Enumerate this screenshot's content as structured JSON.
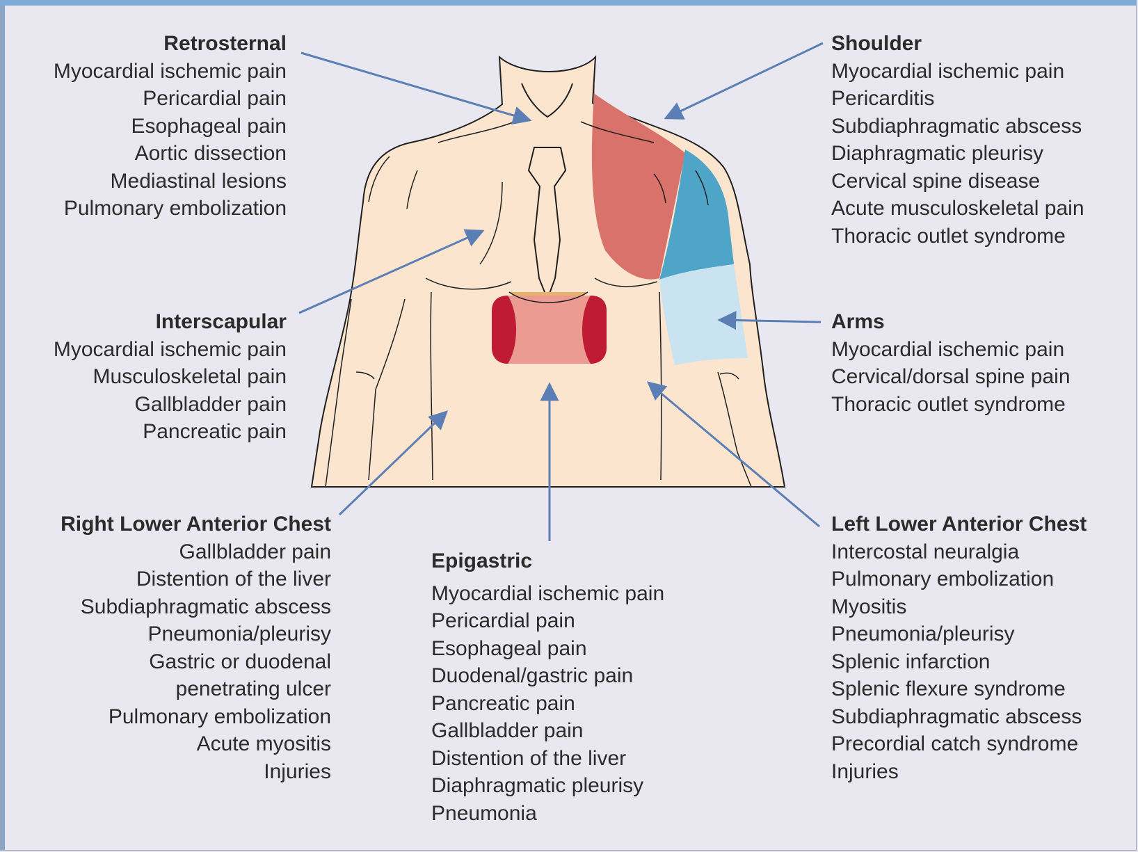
{
  "colors": {
    "skin": "#fbe5cf",
    "outline": "#1f1f1f",
    "shoulder_red": "#d8726a",
    "shoulder_blue": "#4ea5c8",
    "arm_light_blue": "#c9e3f0",
    "epigastric_pink": "#ec9b92",
    "epigastric_dark": "#c01b35",
    "epigastric_tan": "#e6b36e",
    "arrow": "#5b7fb5",
    "background": "#e9e8f0"
  },
  "groups": {
    "retrosternal": {
      "title": "Retrosternal",
      "items": [
        "Myocardial ischemic pain",
        "Pericardial pain",
        "Esophageal pain",
        "Aortic dissection",
        "Mediastinal lesions",
        "Pulmonary embolization"
      ]
    },
    "interscapular": {
      "title": "Interscapular",
      "items": [
        "Myocardial ischemic pain",
        "Musculoskeletal pain",
        "Gallbladder pain",
        "Pancreatic pain"
      ]
    },
    "right_lower": {
      "title": "Right Lower Anterior Chest",
      "items": [
        "Gallbladder pain",
        "Distention of the liver",
        "Subdiaphragmatic abscess",
        "Pneumonia/pleurisy",
        "Gastric or duodenal",
        "penetrating ulcer",
        "Pulmonary embolization",
        "Acute myositis",
        "Injuries"
      ]
    },
    "epigastric": {
      "title": "Epigastric",
      "items": [
        "Myocardial ischemic pain",
        "Pericardial pain",
        "Esophageal pain",
        "Duodenal/gastric pain",
        "Pancreatic pain",
        "Gallbladder pain",
        "Distention of the liver",
        "Diaphragmatic pleurisy",
        "Pneumonia"
      ]
    },
    "shoulder": {
      "title": "Shoulder",
      "items": [
        "Myocardial ischemic pain",
        "Pericarditis",
        "Subdiaphragmatic abscess",
        "Diaphragmatic pleurisy",
        "Cervical spine disease",
        "Acute musculoskeletal pain",
        "Thoracic outlet syndrome"
      ]
    },
    "arms": {
      "title": "Arms",
      "items": [
        "Myocardial ischemic pain",
        "Cervical/dorsal spine pain",
        "Thoracic outlet syndrome"
      ]
    },
    "left_lower": {
      "title": "Left Lower Anterior Chest",
      "items": [
        "Intercostal neuralgia",
        "Pulmonary embolization",
        "Myositis",
        "Pneumonia/pleurisy",
        "Splenic infarction",
        "Splenic flexure syndrome",
        "Subdiaphragmatic abscess",
        "Precordial catch syndrome",
        "Injuries"
      ]
    }
  }
}
